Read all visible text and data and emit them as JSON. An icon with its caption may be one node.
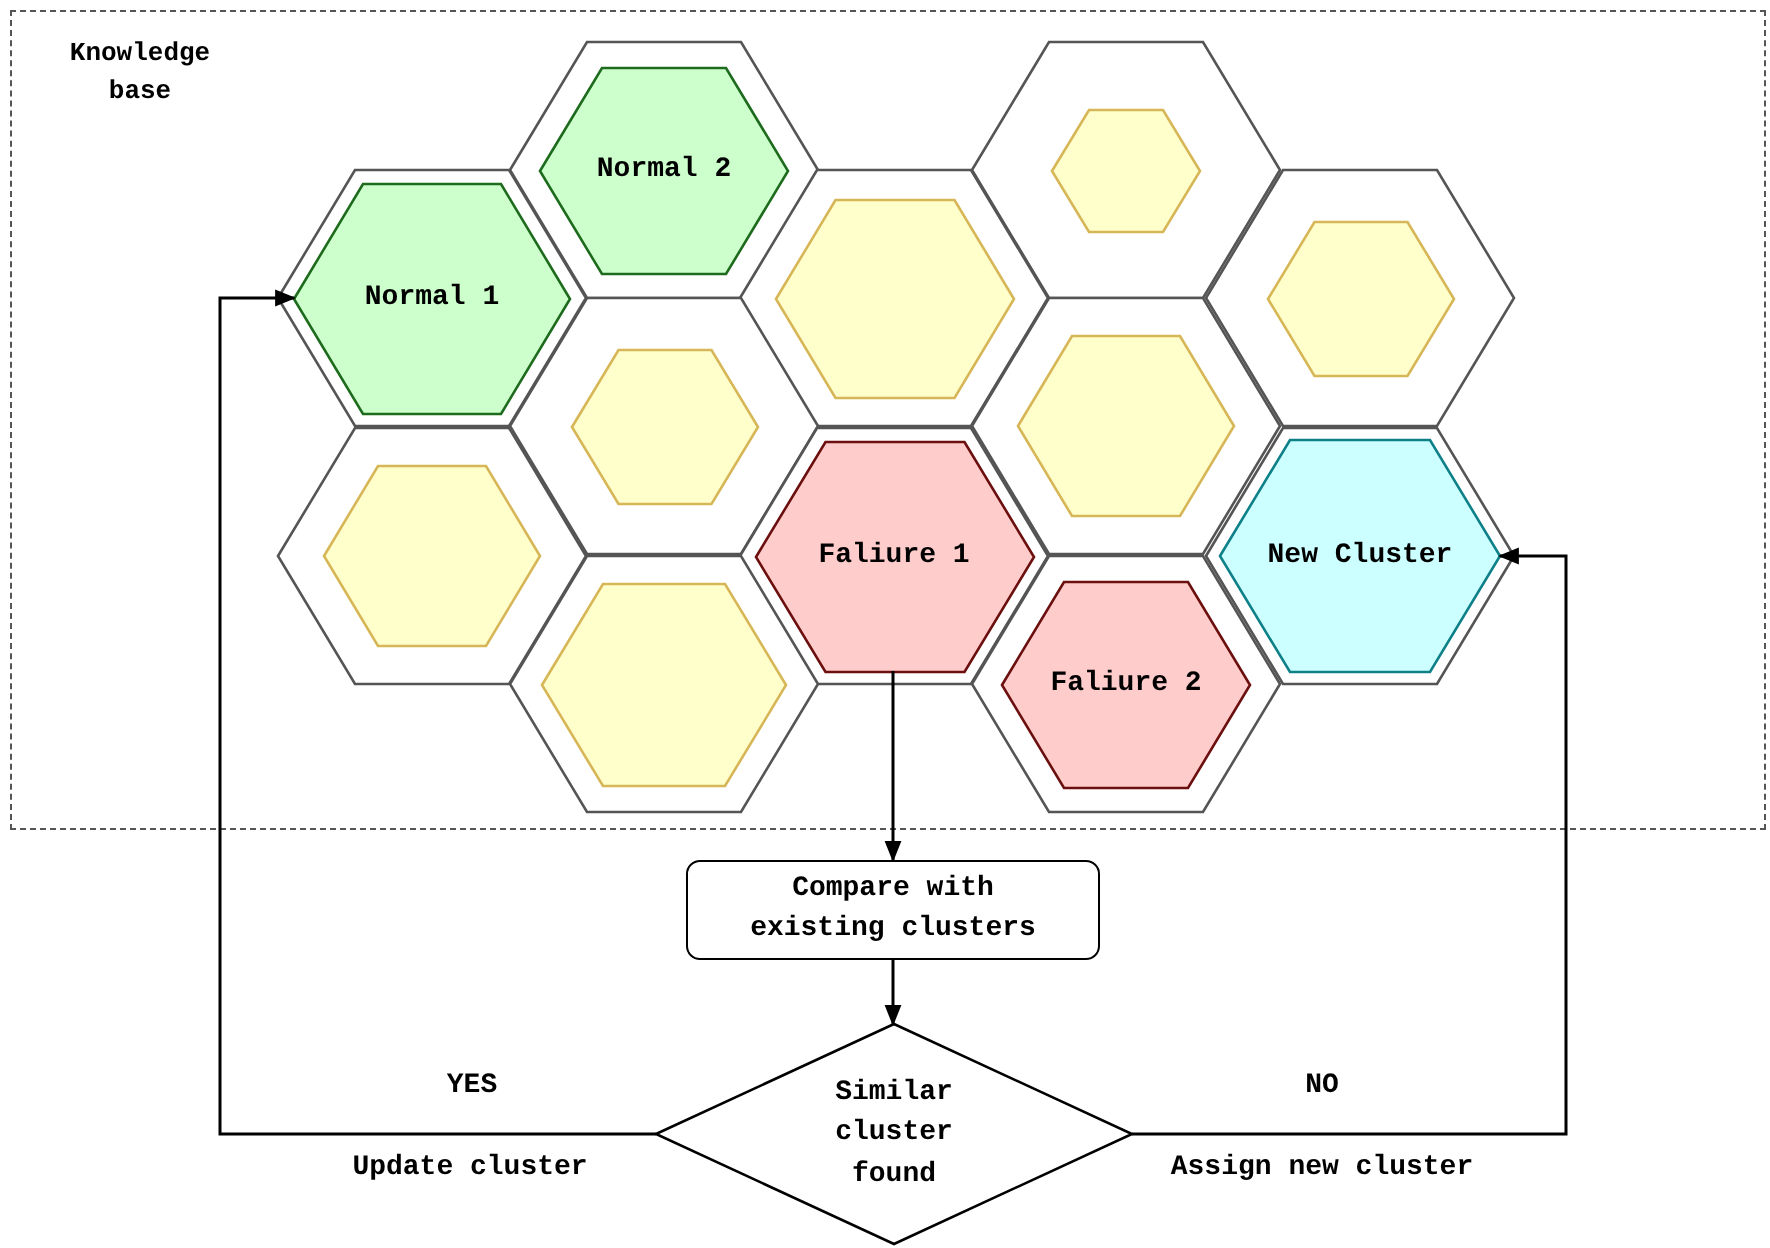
{
  "diagram": {
    "nodes": [
      {
        "text": [
          "Knowledge base"
        ]
      },
      {
        "text": [],
        "shape": "hexagon",
        "in": 0
      },
      {
        "text": [
          "Normal 2"
        ],
        "in": 1
      },
      {
        "text": [],
        "shape": "hexagon",
        "in": 0
      },
      {
        "text": [],
        "shape": "hexagon",
        "in": 3
      },
      {
        "text": [],
        "shape": "hexagon",
        "in": 0
      },
      {
        "text": [
          "Normal 1"
        ],
        "in": 5
      },
      {
        "text": [],
        "shape": "hexagon",
        "in": 0
      },
      {
        "text": [],
        "shape": "hexagon",
        "in": 7
      },
      {
        "text": [],
        "shape": "hexagon",
        "in": 0
      },
      {
        "text": [],
        "shape": "hexagon",
        "in": 9
      },
      {
        "text": [],
        "shape": "hexagon",
        "in": 0
      },
      {
        "text": [],
        "shape": "hexagon",
        "in": 11
      },
      {
        "text": [],
        "shape": "hexagon",
        "in": 0
      },
      {
        "text": [],
        "shape": "hexagon",
        "in": 13
      },
      {
        "text": [],
        "shape": "hexagon",
        "in": 0
      },
      {
        "text": [],
        "shape": "hexagon",
        "in": 15
      },
      {
        "text": [],
        "shape": "hexagon",
        "in": 0
      },
      {
        "text": [
          "Faliure 1"
        ],
        "in": 17
      },
      {
        "text": [],
        "shape": "hexagon",
        "in": 0
      },
      {
        "text": [
          "New Cluster"
        ],
        "in": 19
      },
      {
        "text": [],
        "shape": "hexagon",
        "in": 0
      },
      {
        "text": [],
        "shape": "hexagon",
        "in": 21
      },
      {
        "text": [],
        "shape": "hexagon",
        "in": 0
      },
      {
        "text": [
          "Faliure 2"
        ],
        "in": 23
      },
      {
        "text": [
          "Compare with existing clusters"
        ]
      },
      {
        "text": [
          "Similar cluster found"
        ]
      }
    ],
    "edges": [
      {
        "from": 18,
        "to": 25,
        "arrow": "to"
      },
      {
        "from": 25,
        "to": 26,
        "arrow": "to"
      },
      {
        "from": 26,
        "to": 6,
        "arrow": "to",
        "label": "YES"
      },
      {
        "from": 26,
        "to": 20,
        "arrow": "to",
        "label": "NO"
      }
    ],
    "labels": [
      "Update cluster",
      "Assign new cluster"
    ]
  }
}
